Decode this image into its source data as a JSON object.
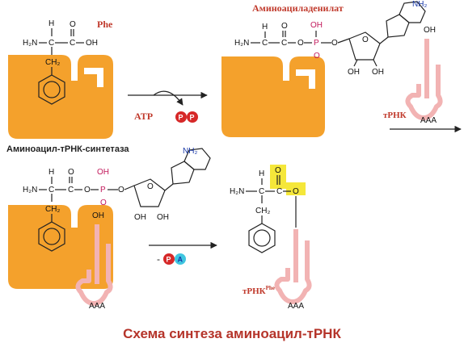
{
  "labels": {
    "phe": "Phe",
    "atp": "ATP",
    "aminoacyladenylate": "Аминоациладенилат",
    "trna": "тРНК",
    "synthetase": "Аминоацил-тРНК-синтетаза",
    "trna_phe_base": "тРНК",
    "trna_phe_sup": "Phe",
    "anticodon": "AAA",
    "oh": "OH",
    "caption": "Схема синтеза аминоацил-тРНК"
  },
  "atoms": {
    "h": "H",
    "h2n": "H₂N",
    "c": "C",
    "ch2": "CH₂",
    "o": "O",
    "oh": "OH",
    "p": "P",
    "nh2": "NH₂",
    "n": "N"
  },
  "badges": {
    "p": "P",
    "a": "A",
    "minus": "-"
  },
  "colors": {
    "enzyme": "#f4a12c",
    "trna": "#f2b3b3",
    "phosphate_badge": "#d62828",
    "adenine_badge": "#3fc6e0",
    "highlight": "#f5e73a",
    "label_red": "#c0392b",
    "phosphate_text": "#c2185b",
    "adenine_text": "#1a3aa8"
  }
}
